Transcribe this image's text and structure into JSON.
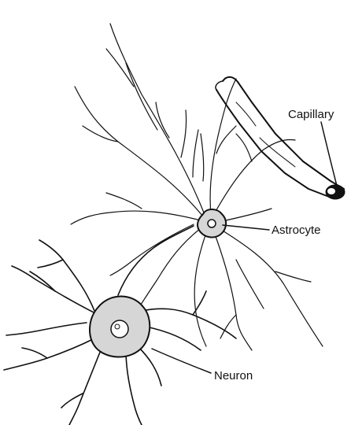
{
  "labels": {
    "capillary": "Capillary",
    "astrocyte": "Astrocyte",
    "neuron": "Neuron"
  },
  "colors": {
    "ink": "#111111",
    "background": "#ffffff",
    "cell_body": "#d6d6d6"
  }
}
